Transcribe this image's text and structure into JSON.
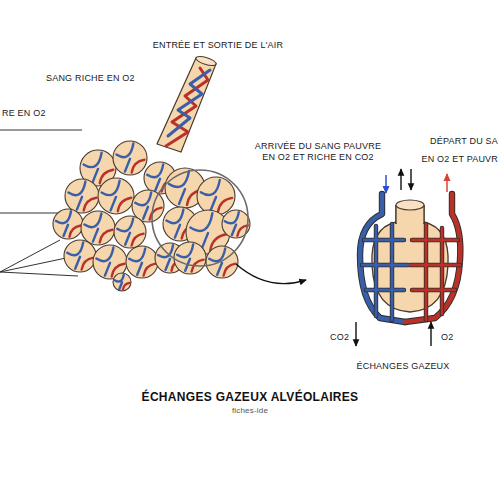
{
  "diagram": {
    "title": "ÉCHANGES GAZEUX ALVÉOLAIRES",
    "labels": [
      "ENTRÉE ET SORTIE DE L'AIR",
      "SANG RICHE EN O2",
      "RE EN O2",
      "ARRIVÉE DU SANG PAUVRE EN O2 ET RICHE EN CO2",
      "DÉPART DU SA",
      "EN O2 ET PAUVR",
      "CO2",
      "O2",
      "ÉCHANGES GAZEUX",
      "fiches-ide"
    ]
  }
}
